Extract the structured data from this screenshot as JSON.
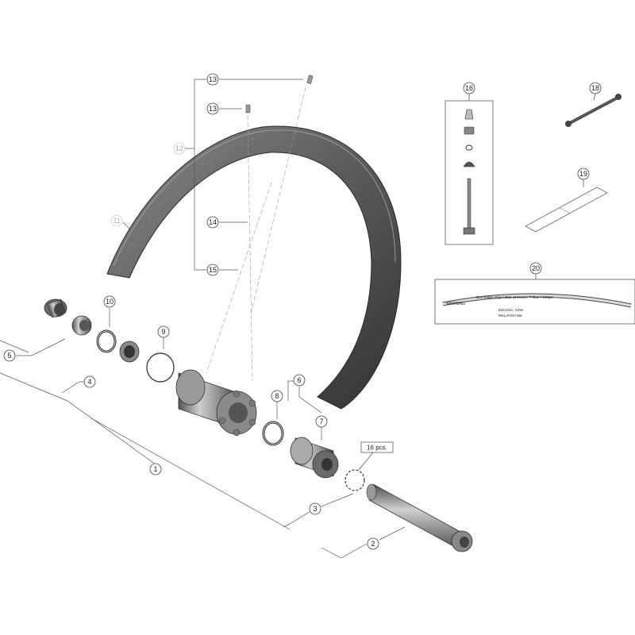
{
  "diagram": {
    "callouts": {
      "c1": "1",
      "c2": "2",
      "c3": "3",
      "c4": "4",
      "c5": "5",
      "c6": "6",
      "c7": "7",
      "c8": "8",
      "c9": "9",
      "c10": "10",
      "c11": "11",
      "c12": "12",
      "c13a": "13",
      "c13b": "13",
      "c14": "14",
      "c15": "15",
      "c16": "16",
      "c18": "18",
      "c19": "19",
      "c20": "20"
    },
    "quantity_note": "16 pcs.",
    "decal_text": {
      "warning": "WARNING",
      "disc_brake": "Disc brake only! / Max. pressure: 7.5bar / 109psi",
      "size": "622×21C, C/No",
      "origin": "MALAYSIA  Ma"
    },
    "colors": {
      "line": "#333333",
      "part_dark": "#3d3d3d",
      "part_mid": "#7a7a7a",
      "part_light": "#c8c8c8",
      "faded": "#aaaaaa"
    }
  }
}
